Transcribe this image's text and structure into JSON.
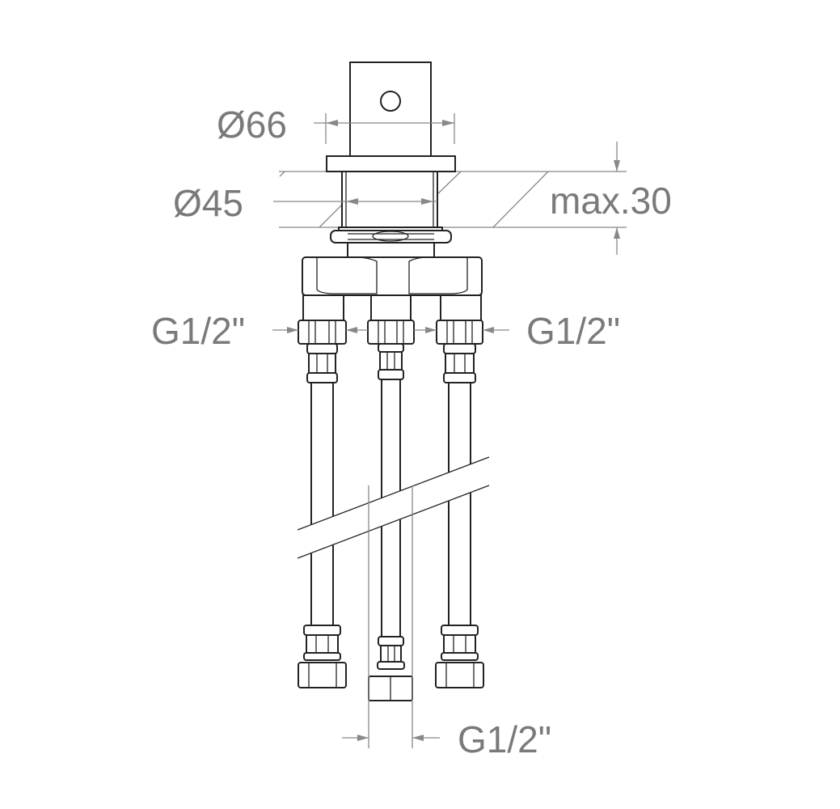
{
  "drawing": {
    "dimensions": {
      "outer_diameter": "Ø66",
      "inner_diameter": "Ø45",
      "max_thickness": "max.30",
      "left_inlet": "G1/2\"",
      "right_inlet": "G1/2\"",
      "outlet": "G1/2\""
    },
    "colors": {
      "line": "#222222",
      "dimension": "#888888",
      "text": "#7a7a7a"
    }
  }
}
